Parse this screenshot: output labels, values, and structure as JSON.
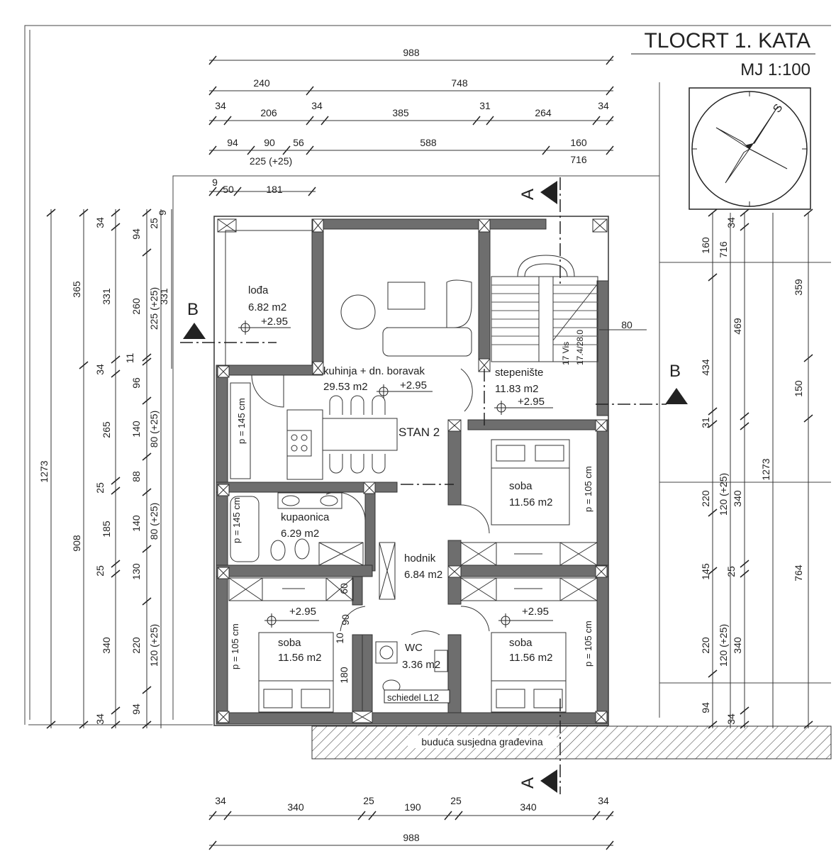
{
  "title": "TLOCRT 1. KATA",
  "scale": "MJ 1:100",
  "apartment_label": "STAN 2",
  "section_a": "A",
  "section_b": "B",
  "neighbor_label": "buduća susjedna građevina",
  "rooms": {
    "loggia": {
      "name": "lođa",
      "area": "6.82 m2",
      "level": "+2.95"
    },
    "kitchen": {
      "name": "kuhinja + dn. boravak",
      "area": "29.53 m2",
      "level": "+2.95"
    },
    "stairs": {
      "name": "stepenište",
      "area": "11.83 m2",
      "level": "+2.95",
      "steps": "17 Vis",
      "steps_detail": "17.4/28.0"
    },
    "bedroom_right": {
      "name": "soba",
      "area": "11.56 m2",
      "note": "p = 105 cm"
    },
    "bathroom": {
      "name": "kupaonica",
      "area": "6.29 m2",
      "note": "p = 145 cm"
    },
    "hall": {
      "name": "hodnik",
      "area": "6.84 m2"
    },
    "bedroom_bl": {
      "name": "soba",
      "area": "11.56 m2",
      "level": "+2.95",
      "note": "p = 105 cm"
    },
    "bedroom_br": {
      "name": "soba",
      "area": "11.56 m2",
      "level": "+2.95",
      "note": "p = 105 cm"
    },
    "wc": {
      "name": "WC",
      "area": "3.36 m2",
      "note": "schiedel L12"
    },
    "kitchen_note": "p = 145 cm"
  },
  "dims_top": {
    "r1": [
      "988"
    ],
    "r2": [
      "240",
      "748"
    ],
    "r3": [
      "34",
      "206",
      "34",
      "385",
      "31",
      "264",
      "34"
    ],
    "r4": [
      "94",
      "90",
      "56",
      "588",
      "160"
    ],
    "r4b": [
      "225 (+25)",
      "716"
    ],
    "r5": [
      "9",
      "50",
      "181"
    ],
    "right_80": "80"
  },
  "dims_bottom": {
    "r1": [
      "34",
      "340",
      "25",
      "190",
      "25",
      "340",
      "34"
    ],
    "r2": [
      "988"
    ]
  },
  "dims_left": {
    "c1": [
      "1273"
    ],
    "c2": [
      "365",
      "908"
    ],
    "c3": [
      "34",
      "331",
      "34",
      "265",
      "25",
      "185",
      "25",
      "340",
      "34"
    ],
    "c4": [
      "94",
      "260",
      "11",
      "96",
      "140",
      "88",
      "140",
      "130",
      "220",
      "94"
    ],
    "c5": [
      "25",
      "225 (+25)",
      "80 (+25)",
      "80 (+25)",
      "120 (+25)"
    ],
    "c6": [
      "9",
      "331"
    ],
    "extra": [
      "60",
      "90",
      "10",
      "180"
    ]
  },
  "dims_right": {
    "c1": [
      "160",
      "434",
      "31",
      "220",
      "145",
      "220",
      "94"
    ],
    "c2": [
      "716",
      "120 (+25)",
      "120 (+25)"
    ],
    "c3": [
      "34",
      "469",
      "25",
      "340",
      "340",
      "34"
    ],
    "c4": [
      "359",
      "150",
      "764"
    ],
    "c5": [
      "1273"
    ]
  }
}
